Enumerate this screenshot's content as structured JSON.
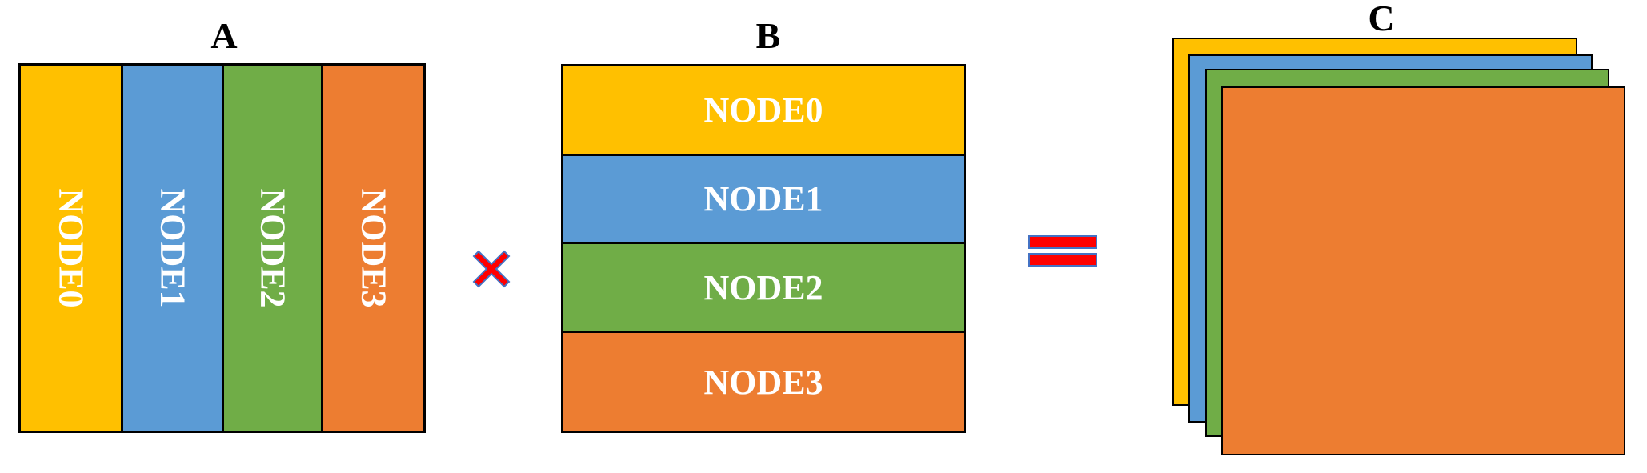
{
  "colors": {
    "yellow": "#FFC000",
    "blue": "#5B9BD5",
    "green": "#70AD47",
    "orange": "#ED7D31",
    "operator_red": "#FF0000",
    "operator_outline": "#4472C4"
  },
  "matrix_a": {
    "label": "A",
    "columns": [
      {
        "label": "NODE0",
        "color": "yellow"
      },
      {
        "label": "NODE1",
        "color": "blue"
      },
      {
        "label": "NODE2",
        "color": "green"
      },
      {
        "label": "NODE3",
        "color": "orange"
      }
    ]
  },
  "operator_multiply": "multiply-icon",
  "matrix_b": {
    "label": "B",
    "rows": [
      {
        "label": "NODE0",
        "color": "yellow"
      },
      {
        "label": "NODE1",
        "color": "blue"
      },
      {
        "label": "NODE2",
        "color": "green"
      },
      {
        "label": "NODE3",
        "color": "orange"
      }
    ]
  },
  "operator_equals": "equals-icon",
  "matrix_c": {
    "label": "C",
    "layers": [
      "yellow",
      "blue",
      "green",
      "orange"
    ]
  }
}
